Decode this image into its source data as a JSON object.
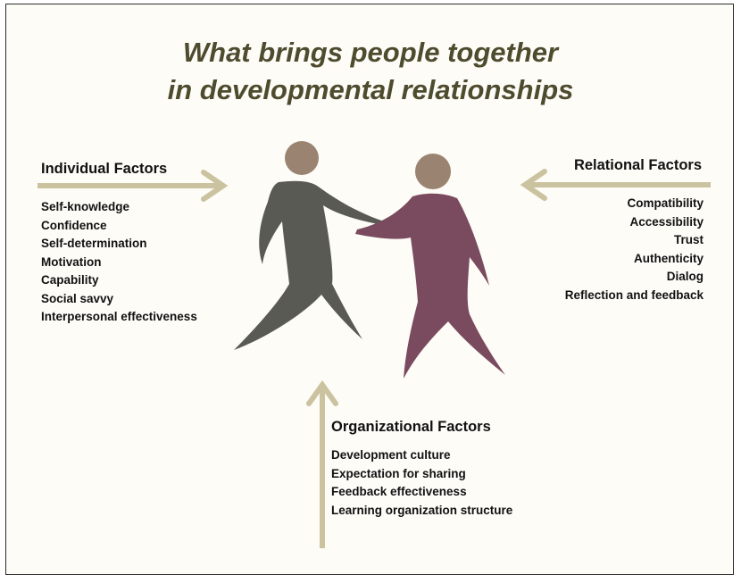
{
  "title": {
    "line1": "What brings people together",
    "line2": "in developmental relationships"
  },
  "individual": {
    "heading": "Individual Factors",
    "items": [
      "Self-knowledge",
      "Confidence",
      "Self-determination",
      "Motivation",
      "Capability",
      "Social savvy",
      "Interpersonal effectiveness"
    ]
  },
  "relational": {
    "heading": "Relational Factors",
    "items": [
      "Compatibility",
      "Accessibility",
      "Trust",
      "Authenticity",
      "Dialog",
      "Reflection and feedback"
    ]
  },
  "organizational": {
    "heading": "Organizational Factors",
    "items": [
      "Development culture",
      "Expectation for sharing",
      "Feedback effectiveness",
      "Learning organization structure"
    ]
  },
  "colors": {
    "title": "#4e4b2e",
    "arrow": "#cbc3a0",
    "head": "#9a8471",
    "figure_left": "#5a5a55",
    "figure_right": "#7a4b5e"
  }
}
